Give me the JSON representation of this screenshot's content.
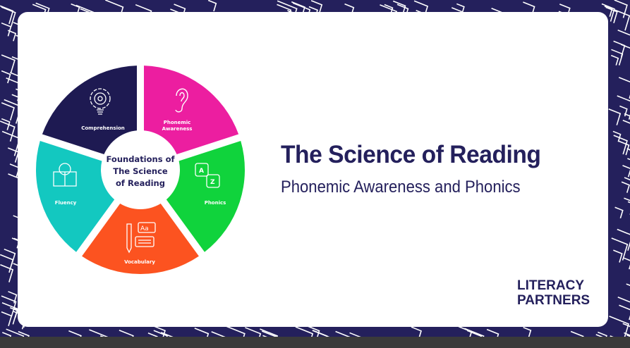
{
  "slide": {
    "title": "The Science of Reading",
    "subtitle": "Phonemic Awareness and Phonics",
    "logo": {
      "line1": "LITERACY",
      "line2": "PARTNERS"
    }
  },
  "wheel": {
    "center_text": [
      "Foundations of",
      "The Science",
      "of Reading"
    ],
    "segments": [
      {
        "label": "Phonemic Awareness",
        "icon": "ear-icon",
        "color": "#ec1ea0"
      },
      {
        "label": "Phonics",
        "icon": "a-z-cards-icon",
        "color": "#10d33c"
      },
      {
        "label": "Vocabulary",
        "icon": "pencil-speech-icon",
        "color": "#fc5320"
      },
      {
        "label": "Fluency",
        "icon": "book-reader-icon",
        "color": "#13c8c0"
      },
      {
        "label": "Comprehension",
        "icon": "gear-lightbulb-icon",
        "color": "#1e1a52"
      }
    ]
  },
  "colors": {
    "navy": "#24205c",
    "card": "#ffffff"
  }
}
